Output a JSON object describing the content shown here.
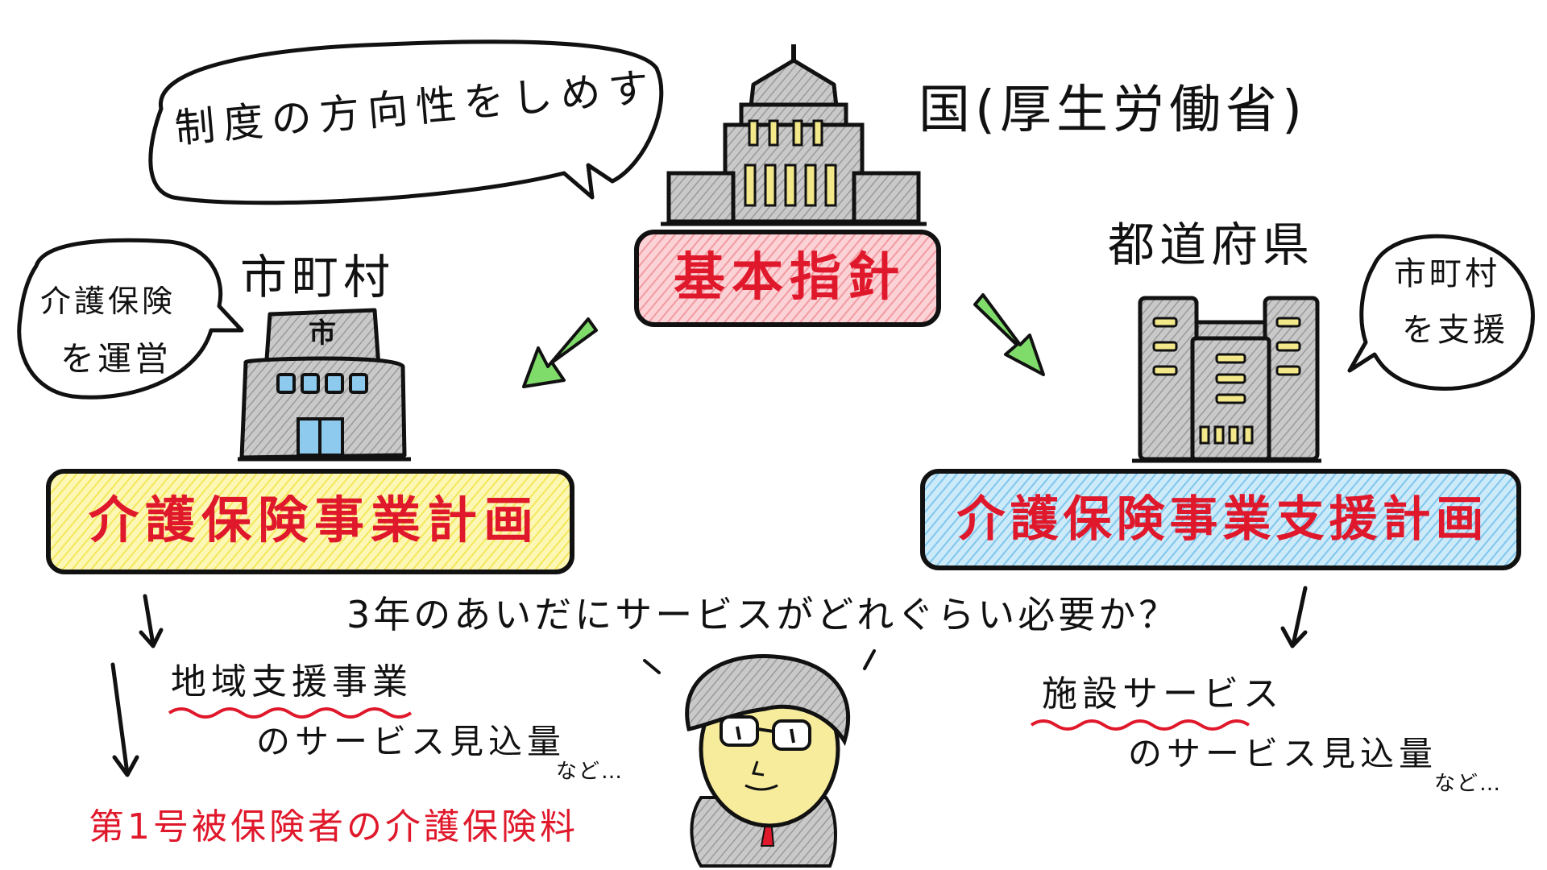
{
  "national": {
    "label": "国(厚生労働省)",
    "bubble": "制度の方向性をしめす",
    "plan": "基本指針"
  },
  "municipality": {
    "label": "市町村",
    "bubble_line1": "介護保険",
    "bubble_line2": "を運営",
    "building_sign": "市",
    "plan": "介護保険事業計画",
    "output_item": "地域支援事業",
    "output_suffix": "のサービス見込量",
    "output_etc": "など…",
    "premium": "第1号被保険者の介護保険料"
  },
  "prefecture": {
    "label": "都道府県",
    "bubble_line1": "市町村",
    "bubble_line2": "を支援",
    "plan": "介護保険事業支援計画",
    "output_item": "施設サービス",
    "output_suffix": "のサービス見込量",
    "output_etc": "など…"
  },
  "question": "3年のあいだにサービスがどれぐらい必要か？",
  "colors": {
    "national_box": "#f7b3b8",
    "municipal_box": "#fbf28a",
    "prefecture_box": "#9fd6f2",
    "arrow_green": "#7fdc6a",
    "highlight_red": "#e0182b",
    "building_gray": "#bdbdbd",
    "window_yellow": "#f3e88a",
    "window_blue": "#8ec9ee"
  }
}
